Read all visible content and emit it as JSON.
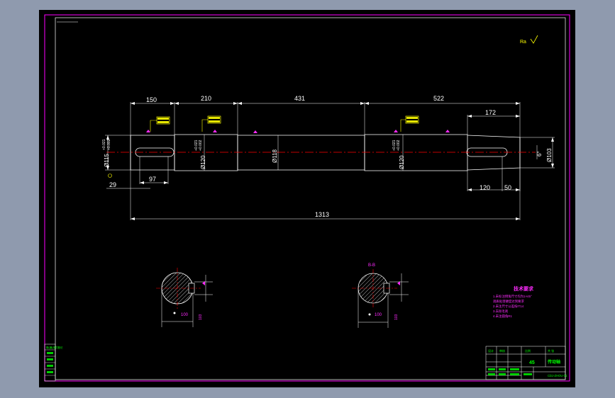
{
  "colors": {
    "app_background": "#8f9aae",
    "drawing_background": "#000000",
    "outer_frame": "#ff00ff",
    "geometry": "#ffffff",
    "centerline": "#ff0000",
    "title_block_text": "#00ff00",
    "notes_text": "#ff2bff",
    "tolerance_frame": "#ffff00"
  },
  "drawing": {
    "overall_length": "1313",
    "segment_lengths": [
      "150",
      "210",
      "431",
      "522"
    ],
    "right_taper_length": "172",
    "keyway_left_length": "97",
    "keyway_left_offset": "29",
    "keyway_right_length": "120",
    "keyway_right_offset": "50",
    "diam_left": "Ø115",
    "diam_journal_left": "Ø120",
    "diam_middle": "Ø118",
    "diam_journal_right": "Ø120",
    "diam_right_end": "Ø103",
    "taper_value": "6°",
    "tolerance_upper": "+0.021",
    "tolerance_lower": "+0.002",
    "section_label": "B-B",
    "roughness_mark": "Ra",
    "section_dim_left": "100",
    "section_dim_right": "103"
  },
  "notes": {
    "heading": "技术要求",
    "lines": [
      "1.未标注倒角尺寸均为1×45°",
      "  调质处理硬度达到要求",
      "2.未注尺寸公差按IT14",
      "3.去除毛刺",
      "4.未注圆角R1"
    ]
  },
  "title_block": {
    "material": "45",
    "part_name": "传动轴",
    "drawing_no": "CDJ-ZHOU-01",
    "scale_label": "比例",
    "sheet_label": "共 张",
    "designer_label": "设计",
    "checker_label": "审核"
  },
  "left_strip": {
    "label": "借(通)用件登记"
  }
}
